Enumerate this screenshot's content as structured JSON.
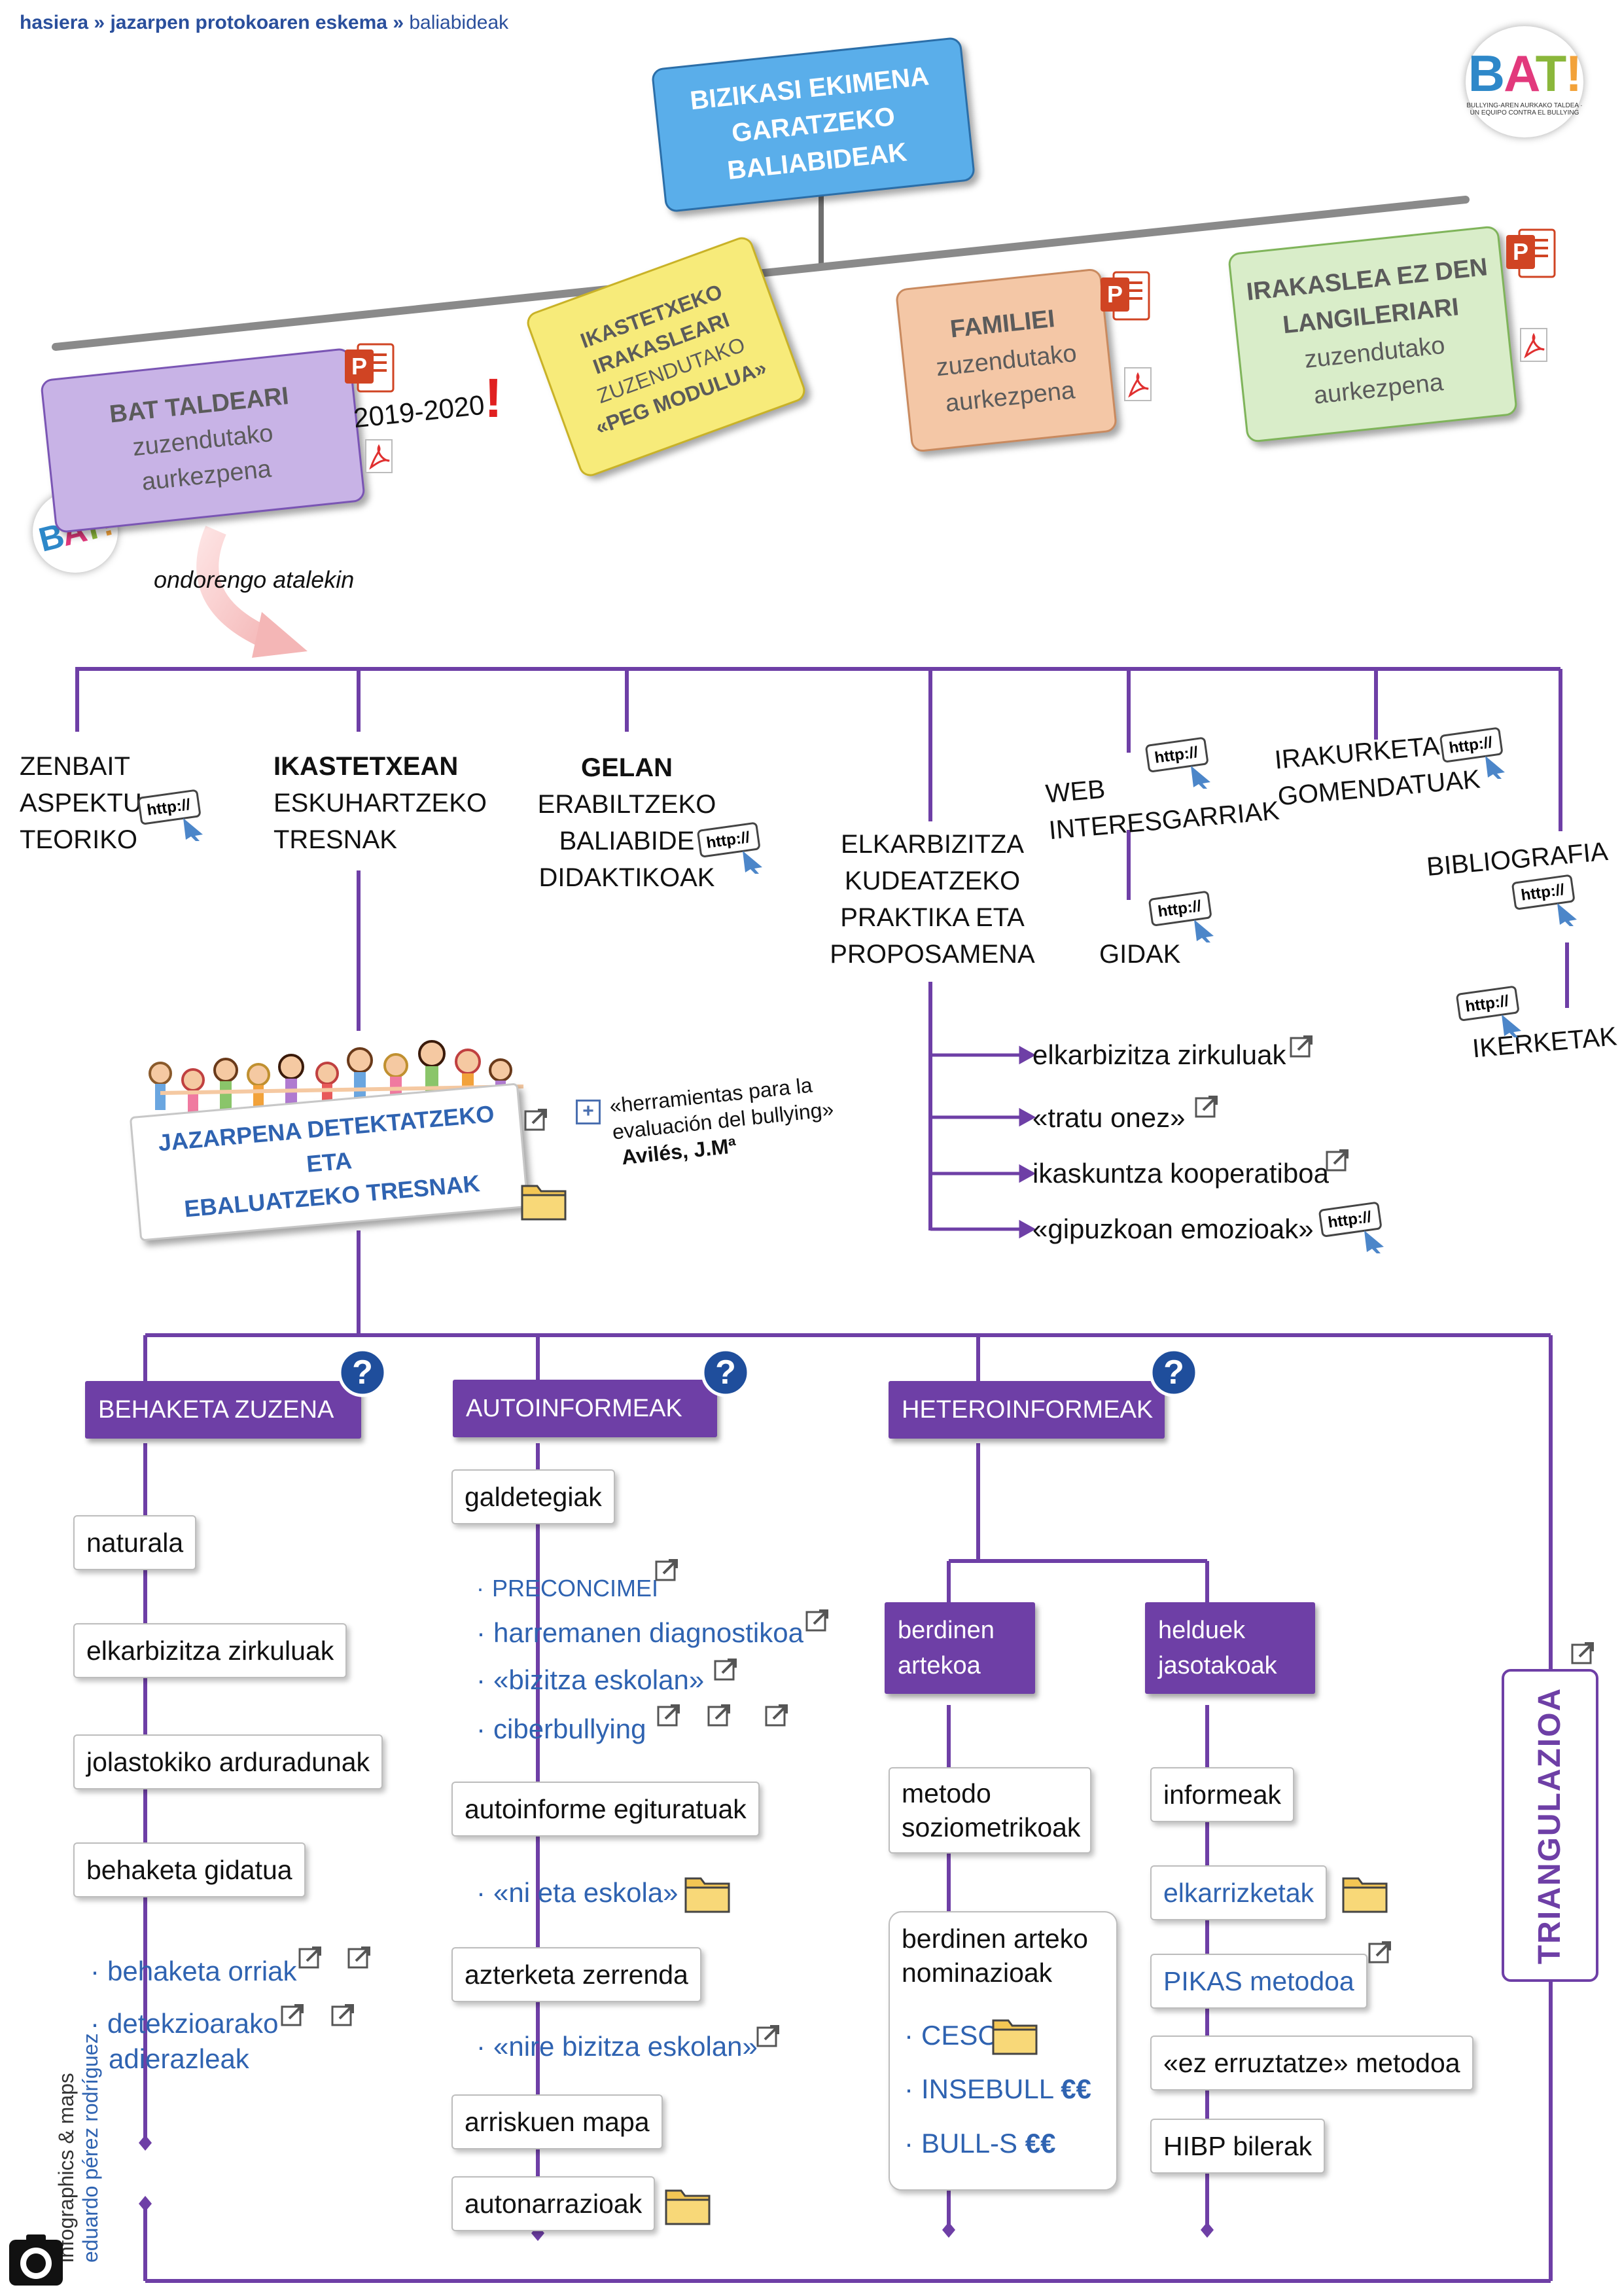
{
  "breadcrumb": {
    "home": "hasiera",
    "sep1": "»",
    "protocol": "jazarpen protokoaren eskema",
    "sep2": "»",
    "current": "baliabideak"
  },
  "logo": {
    "text_b": "B",
    "text_a": "A",
    "text_t": "T",
    "text_x": "!",
    "subtitle": "BULLYING-AREN AURKAKO TALDEA · UN EQUIPO CONTRA EL BULLYING"
  },
  "top_box": {
    "line1": "BIZIKASI EKIMENA",
    "line2": "GARATZEKO",
    "line3": "BALIABIDEAK"
  },
  "audience": {
    "bat": {
      "title": "BAT TALDEARI",
      "line2": "zuzendutako",
      "line3": "aurkezpena",
      "year": "2019-2020",
      "alert": "!"
    },
    "peg": {
      "line1": "IKASTETXEKO",
      "line2": "IRAKASLEARI",
      "line3": "ZUZENDUTAKO",
      "line4": "«PEG MODULUA»"
    },
    "fam": {
      "title": "FAMILIEI",
      "line2": "zuzendutako",
      "line3": "aurkezpena"
    },
    "ira": {
      "title1": "IRAKASLEA EZ DEN",
      "title2": "LANGILERIARI",
      "line3": "zuzendutako",
      "line4": "aurkezpena"
    }
  },
  "ondorengo": "ondorengo atalekin",
  "sections": {
    "zenbait": [
      "ZENBAIT",
      "ASPEKTU",
      "TEORIKO"
    ],
    "ikastetxean": [
      "IKASTETXEAN",
      "ESKUHARTZEKO",
      "TRESNAK"
    ],
    "gelan": [
      "GELAN",
      "ERABILTZEKO",
      "BALIABIDE",
      "DIDAKTIKOAK"
    ],
    "elkarbizitza": [
      "ELKARBIZITZA",
      "KUDEATZEKO",
      "PRAKTIKA ETA",
      "PROPOSAMENA"
    ],
    "web": [
      "WEB",
      "INTERESGARRIAK"
    ],
    "gidak": "GIDAK",
    "irakurketa": [
      "IRAKURKETA",
      "GOMENDATUAK"
    ],
    "bibliografia": "BIBLIOGRAFIA",
    "ikerketak": "IKERKETAK"
  },
  "practice_links": [
    "elkarbizitza zirkuluak",
    "«tratu onez»",
    "ikaskuntza kooperatiboa",
    "«gipuzkoan emozioak»"
  ],
  "detect_box": {
    "line1": "JAZARPENA DETEKTATZEKO ETA",
    "line2": "EBALUATZEKO TRESNAK"
  },
  "herramientas": {
    "plus": "+",
    "line1": "«herramientas para la",
    "line2": "evaluación del bullying»",
    "author": "Avilés, J.Mª"
  },
  "http_text": "http://",
  "categories": {
    "behaketa": "BEHAKETA ZUZENA",
    "autoinformeak": "AUTOINFORMEAK",
    "heteroinformeak": "HETEROINFORMEAK",
    "help": "?"
  },
  "behaketa_items": [
    "naturala",
    "elkarbizitza zirkuluak",
    "jolastokiko arduradunak",
    "behaketa gidatua"
  ],
  "behaketa_links": [
    "behaketa orriak",
    "detekzioarako",
    "adierazleak"
  ],
  "auto": {
    "galdetegiak": "galdetegiak",
    "galdetegiak_links": [
      "PRECONCIMEI",
      "harremanen diagnostikoa",
      "«bizitza eskolan»",
      "ciberbullying"
    ],
    "egituratuak": "autoinforme egituratuak",
    "ni_eta_eskola": "«ni eta eskola»",
    "azterketa": "azterketa zerrenda",
    "nire_bizitza": "«nire bizitza eskolan»",
    "arriskuen": "arriskuen mapa",
    "autonarrazioak": "autonarrazioak"
  },
  "hetero": {
    "berdinen": [
      "berdinen",
      "artekoa"
    ],
    "helduek": [
      "helduek",
      "jasotakoak"
    ],
    "metodo": [
      "metodo",
      "soziometrikoak"
    ],
    "nominazioak": [
      "berdinen arteko",
      "nominazioak"
    ],
    "nom_links": [
      "CESC",
      "INSEBULL",
      "BULL-S"
    ],
    "euro": "€€",
    "informeak": "informeak",
    "elkarrizketak": "elkarrizketak",
    "pikas": "PIKAS metodoa",
    "ez_erruztatze": "«ez erruztatze» metodoa",
    "hibp": "HIBP bilerak"
  },
  "triangulazioa": "TRIANGULAZIOA",
  "bullet": "·",
  "credit": {
    "line1": "infographics & maps",
    "line2": "eduardo pérez rodríguez"
  },
  "colors": {
    "purple": "#6e3fa6",
    "link_blue": "#2f63b1",
    "top_blue": "#5aaeea",
    "bat_lilac": "#c8b3e6",
    "peg_yellow": "#f7eb7a",
    "fam_peach": "#f4c7a6",
    "ira_green": "#d9edc9",
    "alert_red": "#e02020"
  }
}
